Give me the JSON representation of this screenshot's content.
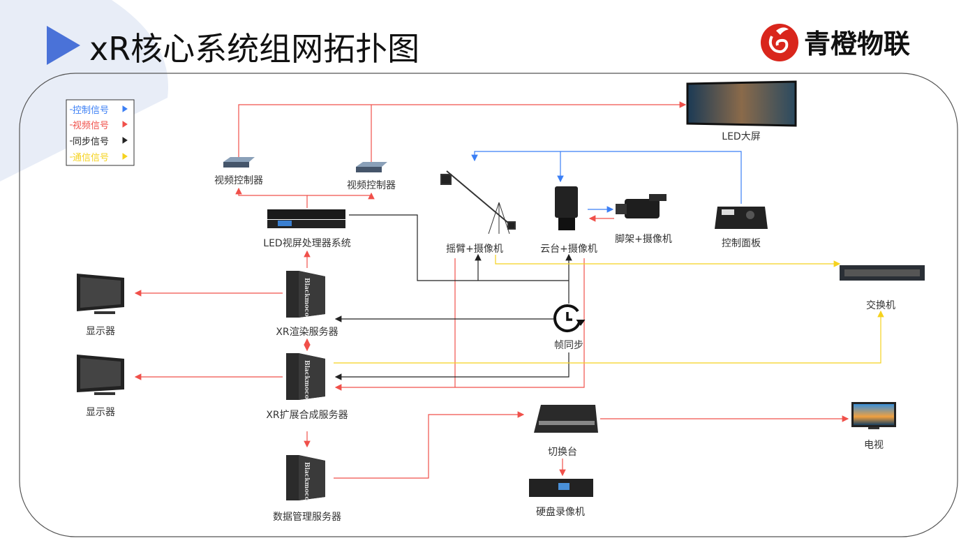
{
  "title": "xR核心系统组网拓扑图",
  "logo": {
    "text": "青橙物联",
    "color": "#d9261c"
  },
  "legend": [
    {
      "label": "控制信号",
      "color": "#3b7ff5"
    },
    {
      "label": "视频信号",
      "color": "#f0504a"
    },
    {
      "label": "同步信号",
      "color": "#222222"
    },
    {
      "label": "通信信号",
      "color": "#f5d21e"
    }
  ],
  "nodes": {
    "led_screen": "LED大屏",
    "video_controller_1": "视频控制器",
    "video_controller_2": "视频控制器",
    "led_processor": "LED视屏处理器系统",
    "crane_camera": "摇臂+摄像机",
    "ptz_camera": "云台+摄像机",
    "tripod_camera": "脚架+摄像机",
    "control_panel": "控制面板",
    "network_switch": "交换机",
    "monitor_1": "显示器",
    "monitor_2": "显示器",
    "xr_render_server": "XR渲染服务器",
    "xr_extend_server": "XR扩展合成服务器",
    "data_server": "数据管理服务器",
    "frame_sync": "帧同步",
    "video_switcher": "切换台",
    "disk_recorder": "硬盘录像机",
    "tv": "电视"
  },
  "server_brand": "Blackmoco"
}
